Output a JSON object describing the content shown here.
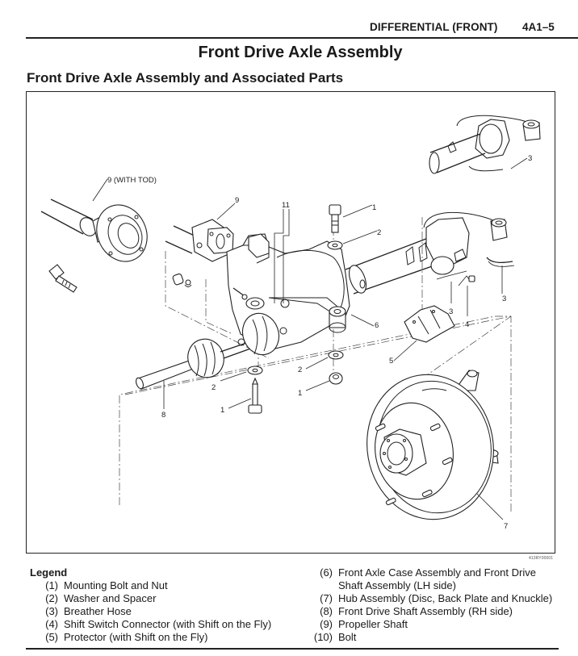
{
  "header": {
    "section": "DIFFERENTIAL (FRONT)",
    "page": "4A1–5"
  },
  "title": "Front Drive Axle Assembly",
  "subtitle": "Front Drive Axle Assembly and Associated Parts",
  "figure": {
    "code": "413RY00001",
    "callouts": {
      "c9_tod": "9 (WITH TOD)",
      "c9": "9",
      "c11": "11",
      "c1_top": "1",
      "c2_top": "2",
      "c3_upper": "3",
      "c3_mid": "3",
      "c3_right": "3",
      "c4": "4",
      "c5": "5",
      "c6": "6",
      "c7": "7",
      "c8": "8",
      "c2_left": "2",
      "c1_left": "1",
      "c2_right": "2",
      "c1_right": "1"
    }
  },
  "legend": {
    "title": "Legend",
    "items": [
      {
        "num": "(1)",
        "text": "Mounting Bolt and Nut"
      },
      {
        "num": "(2)",
        "text": "Washer and Spacer"
      },
      {
        "num": "(3)",
        "text": "Breather Hose"
      },
      {
        "num": "(4)",
        "text": "Shift Switch Connector (with Shift on the Fly)"
      },
      {
        "num": "(5)",
        "text": "Protector (with Shift on the Fly)"
      },
      {
        "num": "(6)",
        "text": "Front Axle Case Assembly and Front Drive\nShaft Assembly (LH side)"
      },
      {
        "num": "(7)",
        "text": "Hub Assembly (Disc, Back Plate and Knuckle)"
      },
      {
        "num": "(8)",
        "text": "Front Drive Shaft Assembly (RH side)"
      },
      {
        "num": "(9)",
        "text": "Propeller Shaft"
      },
      {
        "num": "(10)",
        "text": "Bolt"
      }
    ]
  }
}
